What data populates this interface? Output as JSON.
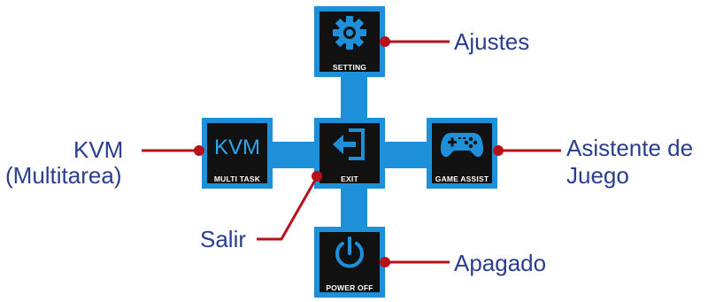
{
  "colors": {
    "accent": "#1e90d9",
    "tile_bg": "#111111",
    "callout_line": "#b5121b",
    "callout_text": "#2a3e8f"
  },
  "menu": {
    "setting": {
      "caption": "SETTING",
      "icon": "gear-icon"
    },
    "kvm": {
      "caption": "MULTI TASK",
      "label": "KVM"
    },
    "exit": {
      "caption": "EXIT",
      "icon": "exit-icon"
    },
    "game_assist": {
      "caption": "GAME ASSIST",
      "icon": "gamepad-icon"
    },
    "power_off": {
      "caption": "POWER OFF",
      "icon": "power-icon"
    }
  },
  "callouts": {
    "ajustes": "Ajustes",
    "kvm_line1": "KVM",
    "kvm_line2": "(Multitarea)",
    "asistente_line1": "Asistente de",
    "asistente_line2": "Juego",
    "salir": "Salir",
    "apagado": "Apagado"
  }
}
